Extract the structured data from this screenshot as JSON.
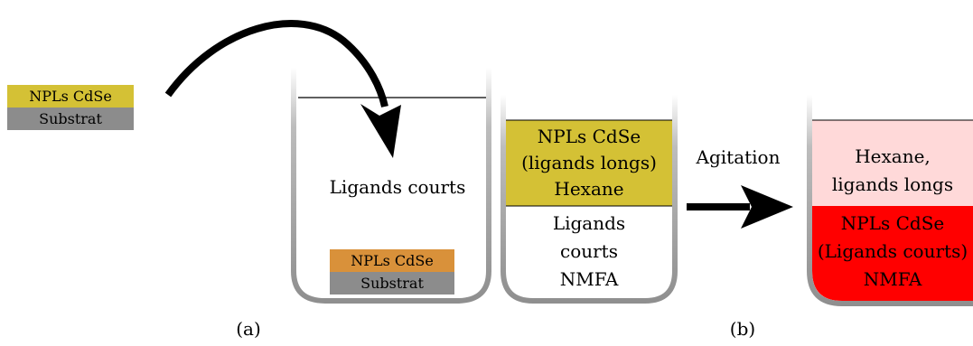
{
  "colors": {
    "cdse_layer": "#d4c135",
    "substrate": "#8c8c8c",
    "cdse_on_substrate": "#d9913a",
    "hexane_phase": "#ffd9d9",
    "nmfa_phase": "#ff0000",
    "beaker_wall": "#9a9a9a",
    "arrow": "#000000"
  },
  "stack_left": {
    "top": "NPLs CdSe",
    "bottom": "Substrat"
  },
  "beaker_a": {
    "solution": "Ligands courts",
    "sample_top": "NPLs CdSe",
    "sample_bottom": "Substrat"
  },
  "beaker_b1": {
    "upper": [
      "NPLs CdSe",
      "(ligands longs)",
      "Hexane"
    ],
    "lower": [
      "Ligands",
      "courts",
      "NMFA"
    ]
  },
  "agitation": "Agitation",
  "beaker_b2": {
    "upper": [
      "Hexane,",
      "ligands longs"
    ],
    "lower": [
      "NPLs CdSe",
      "(Ligands courts)",
      "NMFA"
    ]
  },
  "caption_a": "(a)",
  "caption_b": "(b)"
}
